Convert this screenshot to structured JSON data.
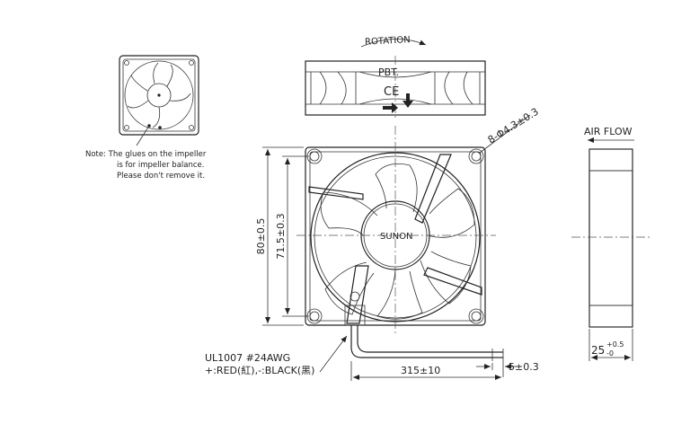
{
  "labels": {
    "rotation": "ROTATION",
    "air_flow": "AIR FLOW",
    "brand": "SUNON",
    "material": "PBT.",
    "ce_mark": "CE"
  },
  "note": {
    "line1": "Note: The glues on the impeller",
    "line2": "is for impeller balance.",
    "line3": "Please don't remove it."
  },
  "dimensions": {
    "outer": "80±0.5",
    "hole_pitch": "71.5±0.3",
    "holes": "8-Φ4.3±0.3",
    "depth_main": "25",
    "depth_tol_plus": "+0.5",
    "depth_tol_minus": "-0",
    "lead_length": "315±10",
    "strip": "5±0.3"
  },
  "wire": {
    "spec": "UL1007 #24AWG",
    "colors": "+:RED(紅),-:BLACK(黑)"
  }
}
